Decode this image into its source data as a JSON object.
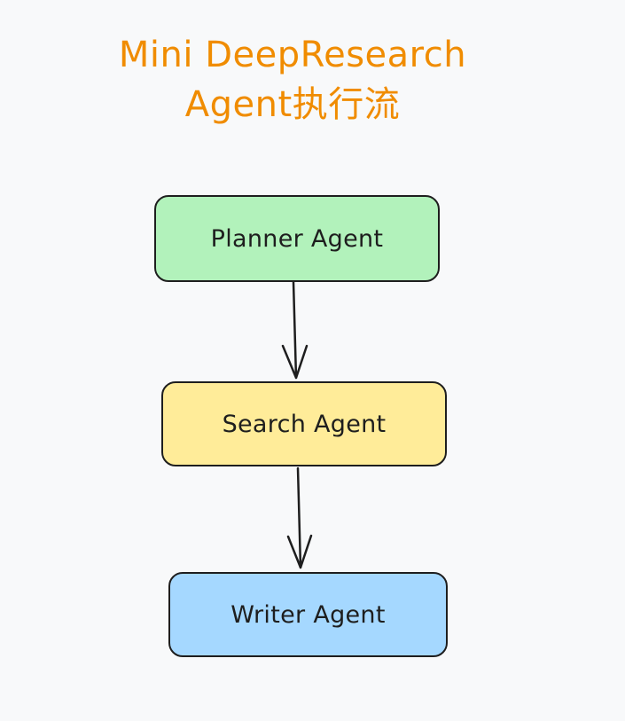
{
  "title": {
    "line1": "Mini DeepResearch",
    "line2": "Agent执行流"
  },
  "colors": {
    "title": "#f08c00",
    "stroke": "#1e1e1e",
    "background": "#f8f9fa"
  },
  "nodes": [
    {
      "id": "planner",
      "label": "Planner Agent",
      "fill": "#b2f2bb"
    },
    {
      "id": "search",
      "label": "Search Agent",
      "fill": "#ffec99"
    },
    {
      "id": "writer",
      "label": "Writer Agent",
      "fill": "#a5d8ff"
    }
  ],
  "edges": [
    {
      "from": "planner",
      "to": "search"
    },
    {
      "from": "search",
      "to": "writer"
    }
  ]
}
